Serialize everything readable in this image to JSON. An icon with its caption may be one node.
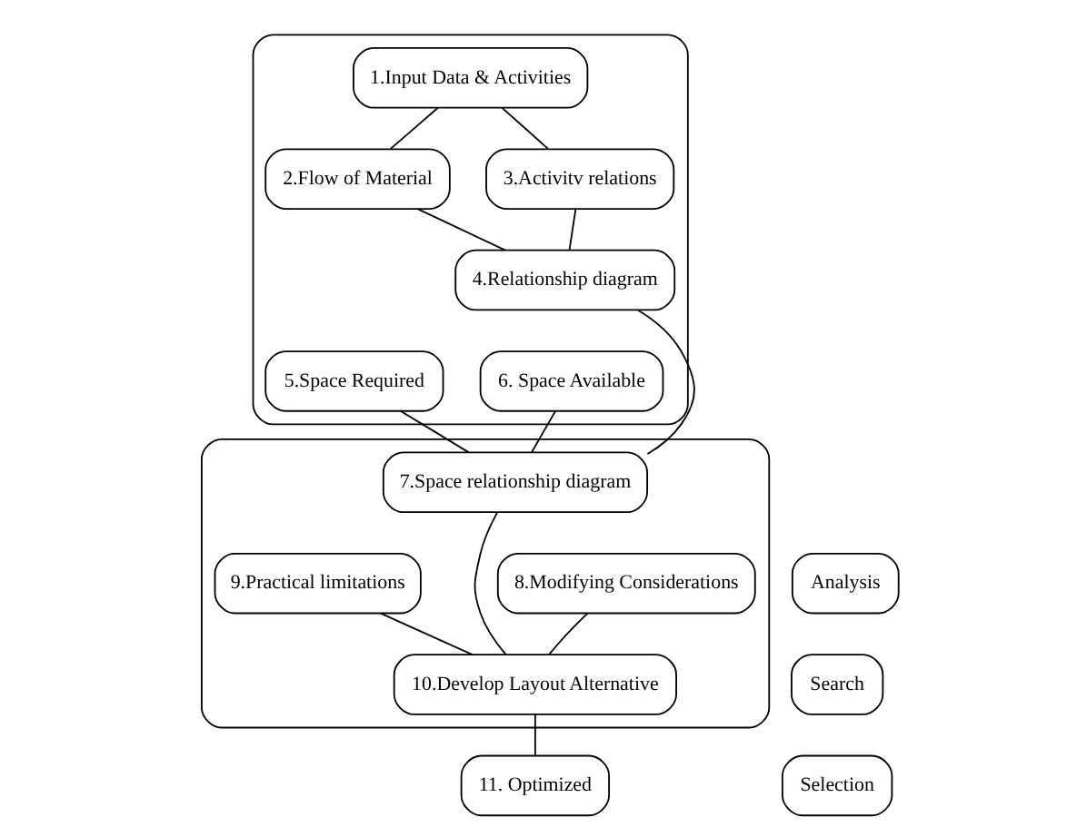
{
  "diagram": {
    "nodes": [
      {
        "text": [],
        "shape": "box"
      },
      {
        "text": [
          "1.Input Data & Activities"
        ],
        "in": 0
      },
      {
        "text": [
          "2.Flow of Material"
        ],
        "in": 0
      },
      {
        "text": [
          "3.Activitv relations"
        ],
        "in": 0
      },
      {
        "text": [
          "4.Relationship diagram"
        ],
        "in": 0
      },
      {
        "text": [
          "5.Space Required"
        ],
        "in": 0
      },
      {
        "text": [
          "6. Space Available"
        ],
        "in": 0
      },
      {
        "text": [],
        "shape": "box"
      },
      {
        "text": [
          "7.Space relationship diagram"
        ],
        "in": 7
      },
      {
        "text": [
          "8.Modifying Considerations"
        ],
        "in": 7
      },
      {
        "text": [
          "9.Practical limitations"
        ],
        "in": 7
      },
      {
        "text": [
          "10.Develop Layout Alternative"
        ],
        "in": 7
      },
      {
        "text": [
          "11. Optimized"
        ]
      },
      {
        "text": [
          "Analysis"
        ]
      },
      {
        "text": [
          "Search"
        ]
      },
      {
        "text": [
          "Selection"
        ]
      }
    ],
    "edges": [
      {
        "from": 1,
        "to": 2,
        "arrow": "none"
      },
      {
        "from": 1,
        "to": 3,
        "arrow": "none"
      },
      {
        "from": 2,
        "to": 4,
        "arrow": "none"
      },
      {
        "from": 3,
        "to": 4,
        "arrow": "none"
      },
      {
        "from": 4,
        "to": 8,
        "arrow": "none"
      },
      {
        "from": 5,
        "to": 8,
        "arrow": "none"
      },
      {
        "from": 6,
        "to": 8,
        "arrow": "none"
      },
      {
        "from": 8,
        "to": 11,
        "arrow": "none"
      },
      {
        "from": 9,
        "to": 11,
        "arrow": "none"
      },
      {
        "from": 10,
        "to": 11,
        "arrow": "none"
      },
      {
        "from": 11,
        "to": 12,
        "arrow": "none"
      }
    ]
  }
}
